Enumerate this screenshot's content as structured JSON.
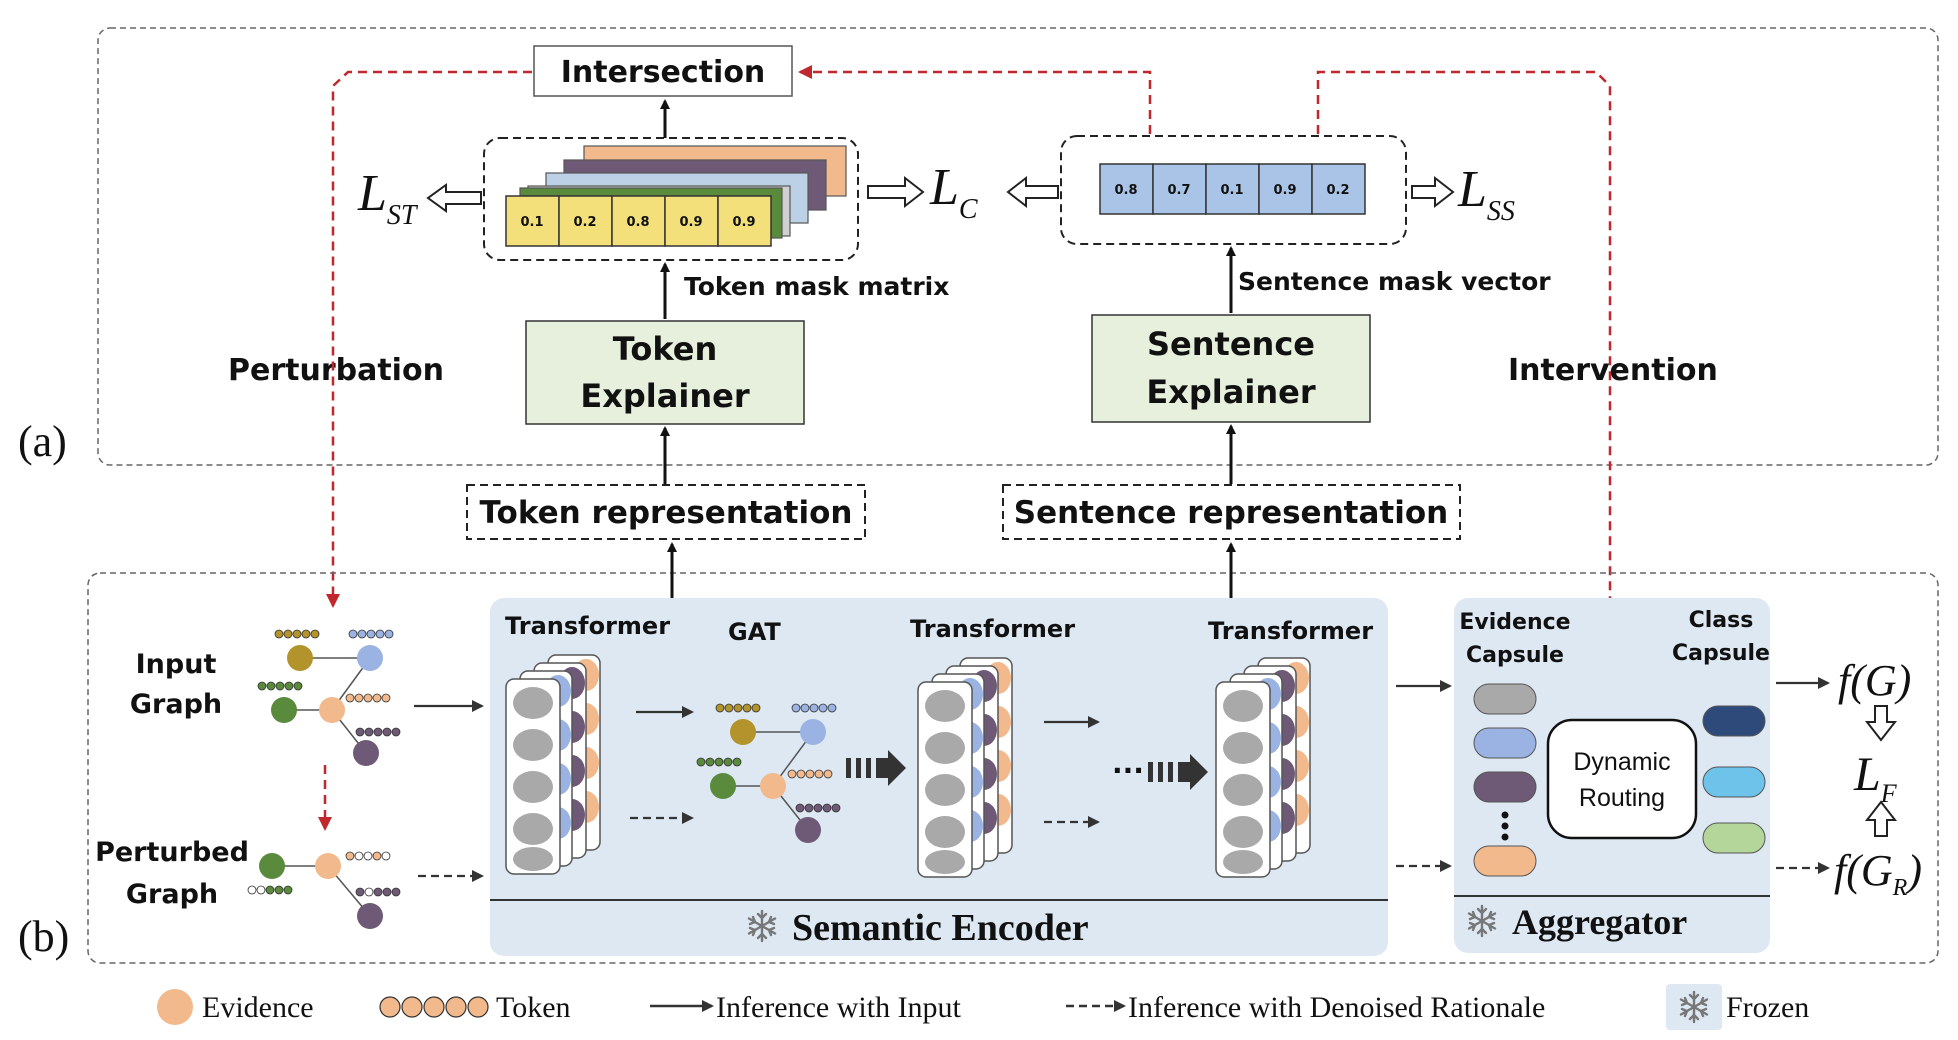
{
  "panel_a": {
    "tag": "(a)",
    "intersection": "Intersection",
    "perturbation": "Perturbation",
    "intervention": "Intervention",
    "token_explainer": [
      "Token",
      "Explainer"
    ],
    "sentence_explainer": [
      "Sentence",
      "Explainer"
    ],
    "token_mask_label": "Token mask matrix",
    "sentence_mask_label": "Sentence mask vector",
    "token_mask_values": [
      "0.1",
      "0.2",
      "0.8",
      "0.9",
      "0.9"
    ],
    "sentence_mask_values": [
      "0.8",
      "0.7",
      "0.1",
      "0.9",
      "0.2"
    ],
    "loss_st": {
      "main": "L",
      "sub": "ST"
    },
    "loss_c": {
      "main": "L",
      "sub": "C"
    },
    "loss_ss": {
      "main": "L",
      "sub": "SS"
    }
  },
  "panel_b": {
    "tag": "(b)",
    "token_repr": "Token representation",
    "sentence_repr": "Sentence representation",
    "input_graph": [
      "Input",
      "Graph"
    ],
    "perturbed_graph": [
      "Perturbed",
      "Graph"
    ],
    "transformer": "Transformer",
    "gat": "GAT",
    "ellipsis": "···",
    "semantic_encoder": "Semantic Encoder",
    "evidence_capsule": [
      "Evidence",
      "Capsule"
    ],
    "class_capsule": [
      "Class",
      "Capsule"
    ],
    "dynamic_routing": [
      "Dynamic",
      "Routing"
    ],
    "aggregator": "Aggregator",
    "out_g": "f(G)",
    "loss_f": {
      "main": "L",
      "sub": "F"
    },
    "out_gr": {
      "main": "f(G",
      "sub": "R",
      "end": ")"
    }
  },
  "legend": {
    "evidence": "Evidence",
    "token": "Token",
    "inference_input": "Inference with Input",
    "inference_denoised": "Inference with Denoised Rationale",
    "frozen": "Frozen"
  },
  "colors": {
    "red_dashed": "#c0282d",
    "explainer_fill": "#e6f0dc",
    "encoder_fill": "#dde8f3",
    "evidence": "#f2b98c",
    "olive": "#b3942c",
    "green": "#5a8a3c",
    "blue": "#9ab3e3",
    "purple": "#6e5a76",
    "yellow_cell": "#f4e07a",
    "blue_cell": "#a9c4e6",
    "class_dark": "#2e4a7a",
    "class_light": "#6ec3ea",
    "class_green": "#b5d69b"
  }
}
